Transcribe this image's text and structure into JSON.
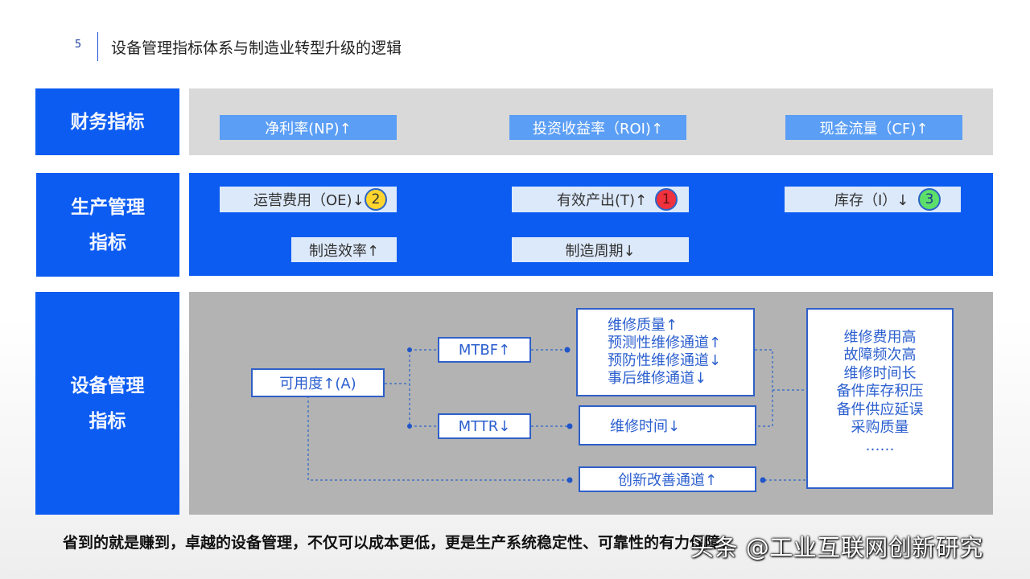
{
  "header": {
    "page_number": "5",
    "title": "设备管理指标体系与制造业转型升级的逻辑"
  },
  "financial": {
    "label": "财务指标",
    "items": [
      "净利率(NP)↑",
      "投资收益率（ROI)↑",
      "现金流量（CF)↑"
    ]
  },
  "production": {
    "label": "生产管理\n指标",
    "items": [
      {
        "text": "运营费用（OE)↓",
        "badge": "2"
      },
      {
        "text": "有效产出(T)↑",
        "badge": "1"
      },
      {
        "text": "库存（I）↓",
        "badge": "3"
      }
    ],
    "sub_items": [
      "制造效率↑",
      "制造周期↓"
    ]
  },
  "equipment": {
    "label": "设备管理\n指标",
    "availability": "可用度↑(A)",
    "mtbf": "MTBF↑",
    "mttr": "MTTR↓",
    "mtbf_factors": [
      "维修质量↑",
      "预测性维修通道↑",
      "预防性维修通道↓",
      "事后维修通道↓"
    ],
    "mttr_factor": "维修时间↓",
    "innovation": "创新改善通道↑",
    "causes": [
      "维修费用高",
      "故障频次高",
      "维修时间长",
      "备件库存积压",
      "备件供应延误",
      "采购质量",
      "……"
    ]
  },
  "footer": {
    "text": "省到的就是赚到，卓越的设备管理，不仅可以成本更低，更是生产系统稳定性、可靠性的有力保障！"
  },
  "watermark": "头条 @工业互联网创新研究",
  "colors": {
    "primary_blue": "#0c5cf2",
    "light_blue_box": "#5b9ef5",
    "pale_blue_box": "#dce9fa",
    "connector": "#2b64c8"
  }
}
